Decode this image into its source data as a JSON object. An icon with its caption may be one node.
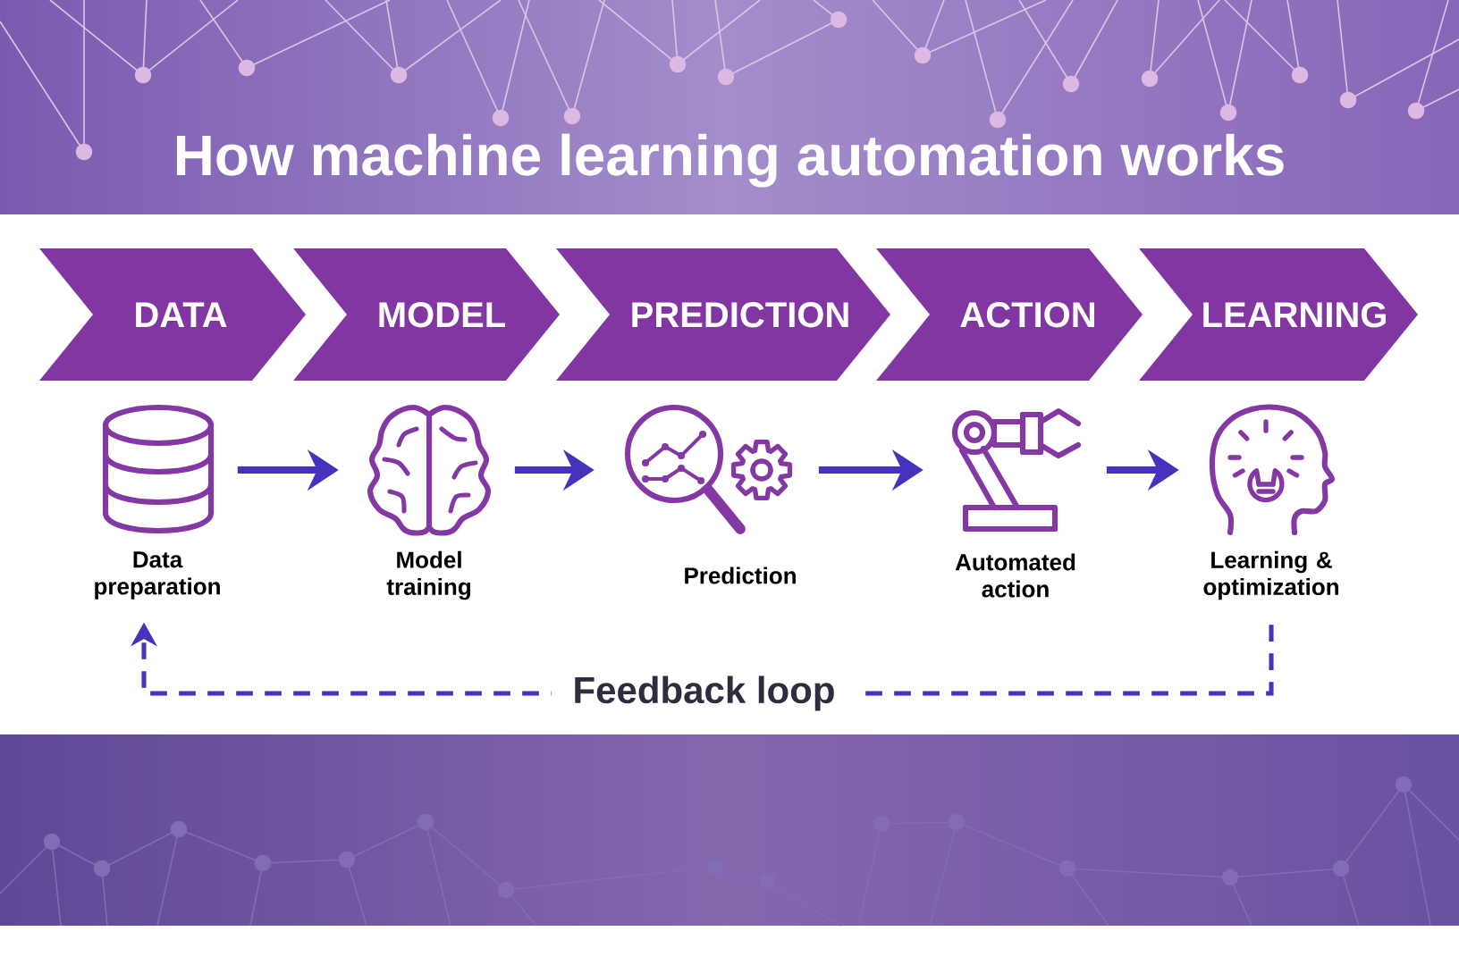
{
  "diagram": {
    "title": "How machine learning automation works",
    "nodes": [
      {
        "text": [
          "DATA"
        ]
      },
      {
        "text": [
          "MODEL"
        ]
      },
      {
        "text": [
          "PREDICTION"
        ]
      },
      {
        "text": [
          "ACTION"
        ]
      },
      {
        "text": [
          "LEARNING"
        ]
      },
      {
        "text": [
          "Data preparation"
        ]
      },
      {
        "text": [
          "Model training"
        ]
      },
      {
        "text": [
          "Prediction"
        ]
      },
      {
        "text": [
          "Automated action"
        ]
      },
      {
        "text": [
          "Learning & optimization"
        ]
      }
    ],
    "edges": [
      {
        "from": 5,
        "to": 6,
        "arrow": "to"
      },
      {
        "from": 6,
        "to": 7,
        "arrow": "to"
      },
      {
        "from": 7,
        "to": 8,
        "arrow": "to"
      },
      {
        "from": 8,
        "to": 9,
        "arrow": "to"
      },
      {
        "from": 9,
        "to": 5,
        "arrow": "to",
        "style": "dashed",
        "label": "Feedback loop"
      }
    ]
  }
}
